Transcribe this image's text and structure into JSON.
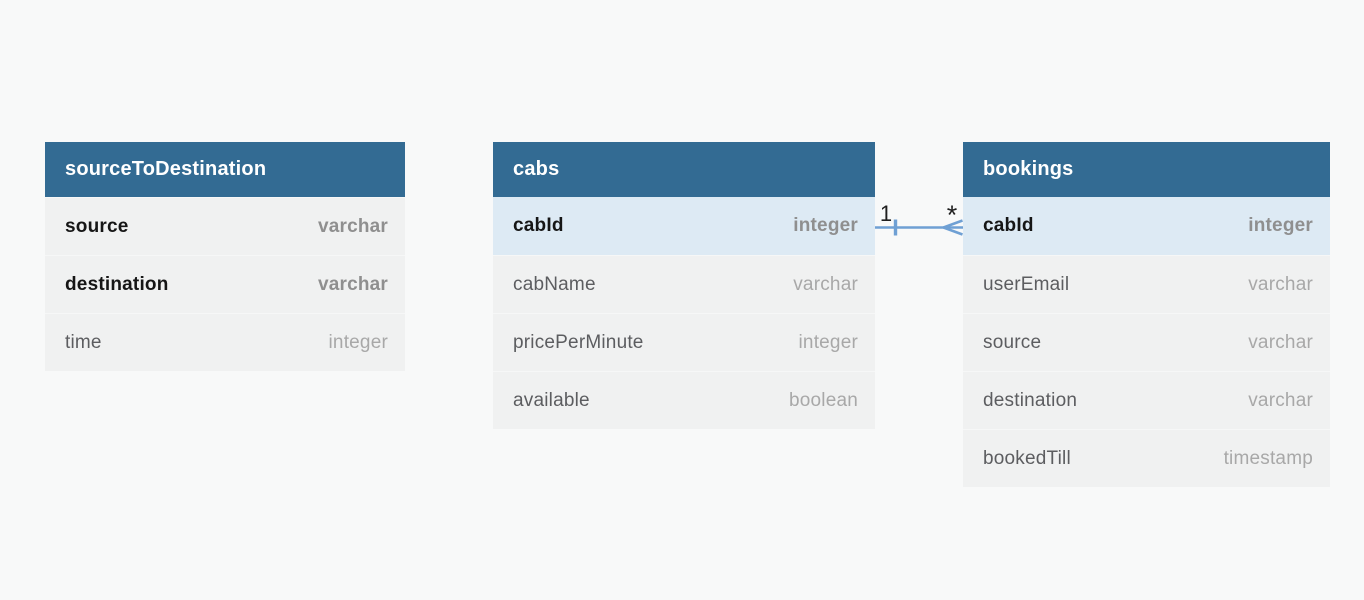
{
  "diagram": {
    "background": "#f8f9f9",
    "colors": {
      "table_header": "#336b93",
      "table_row": "#f0f1f1",
      "highlight_row": "#ddeaf4",
      "relation_line": "#6fa0d4"
    },
    "tables": [
      {
        "name": "sourceToDestination",
        "fields": [
          {
            "name": "source",
            "type": "varchar",
            "key": true
          },
          {
            "name": "destination",
            "type": "varchar",
            "key": true
          },
          {
            "name": "time",
            "type": "integer",
            "key": false
          }
        ]
      },
      {
        "name": "cabs",
        "fields": [
          {
            "name": "cabId",
            "type": "integer",
            "key": true,
            "highlighted": true
          },
          {
            "name": "cabName",
            "type": "varchar",
            "key": false
          },
          {
            "name": "pricePerMinute",
            "type": "integer",
            "key": false
          },
          {
            "name": "available",
            "type": "boolean",
            "key": false
          }
        ]
      },
      {
        "name": "bookings",
        "fields": [
          {
            "name": "cabId",
            "type": "integer",
            "key": true,
            "highlighted": true
          },
          {
            "name": "userEmail",
            "type": "varchar",
            "key": false
          },
          {
            "name": "source",
            "type": "varchar",
            "key": false
          },
          {
            "name": "destination",
            "type": "varchar",
            "key": false
          },
          {
            "name": "bookedTill",
            "type": "timestamp",
            "key": false
          }
        ]
      }
    ],
    "relation": {
      "from": "cabs.cabId",
      "to": "bookings.cabId",
      "one_label": "1",
      "many_label": "*"
    }
  }
}
